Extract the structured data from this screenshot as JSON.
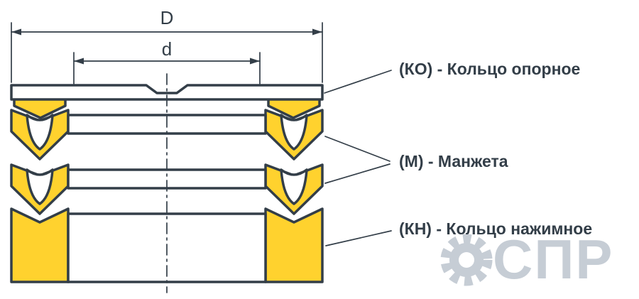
{
  "diagram": {
    "title": "Chevron seal packing set cross-section",
    "dimensions": {
      "outer": "D",
      "inner": "d"
    },
    "labels": {
      "ko": "(КО) - Кольцо опорное",
      "m": "(М) - Манжета",
      "kn": "(КН) - Кольцо нажимное"
    },
    "watermark": {
      "text": "СПР"
    },
    "colors": {
      "part_fill": "#FFD22E",
      "outline": "#333E48",
      "label_text": "#333E48",
      "watermark": "#C6CDD5",
      "background": "#FFFFFF"
    }
  }
}
